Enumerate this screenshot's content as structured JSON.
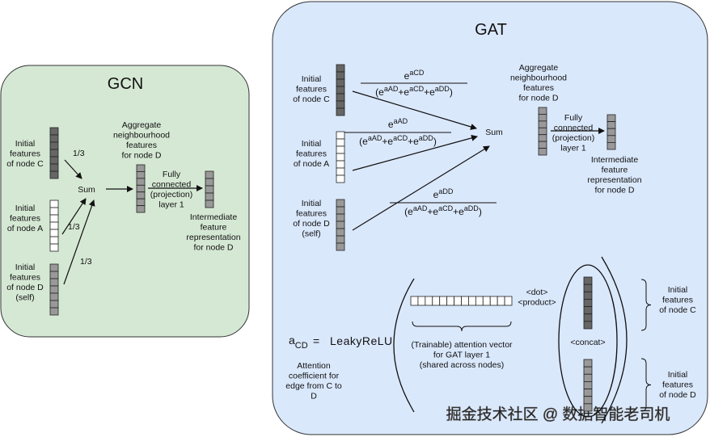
{
  "gcn": {
    "title": "GCN",
    "node_c_label": [
      "Initial",
      "features",
      "of node C"
    ],
    "node_a_label": [
      "Initial",
      "features",
      "of node A"
    ],
    "node_d_label": [
      "Initial",
      "features",
      "of node D",
      "(self)"
    ],
    "weight_c": "1/3",
    "weight_a": "1/3",
    "weight_d": "1/3",
    "sum_label": "Sum",
    "aggregate_label": [
      "Aggregate",
      "neighbourhood",
      "features",
      "for node D"
    ],
    "fc_label": [
      "Fully",
      "connected",
      "(projection)",
      "layer 1"
    ],
    "output_label": [
      "Intermediate",
      "feature",
      "representation",
      "for node D"
    ]
  },
  "gat": {
    "title": "GAT",
    "node_c_label": [
      "Initial",
      "features",
      "of node C"
    ],
    "node_a_label": [
      "Initial",
      "features",
      "of node A"
    ],
    "node_d_label": [
      "Initial",
      "features",
      "of node D",
      "(self)"
    ],
    "sum_label": "Sum",
    "aggregate_label": [
      "Aggregate",
      "neighbourhood",
      "features",
      "for node D"
    ],
    "fc_label": [
      "Fully",
      "connected",
      "(projection)",
      "layer 1"
    ],
    "output_label": [
      "Intermediate",
      "feature",
      "representation",
      "for node D"
    ],
    "frac_c": {
      "num_base": "e",
      "num_sup": "aCD",
      "den": [
        [
          "e",
          "aAD"
        ],
        [
          "e",
          "aCD"
        ],
        [
          "e",
          "aDD"
        ]
      ],
      "open": "(",
      "plus": "+",
      "close": ")"
    },
    "frac_a": {
      "num_base": "e",
      "num_sup": "aAD",
      "den": [
        [
          "e",
          "aAD"
        ],
        [
          "e",
          "aCD"
        ],
        [
          "e",
          "aDD"
        ]
      ],
      "open": "(",
      "plus": "+",
      "close": ")"
    },
    "frac_d": {
      "num_base": "e",
      "num_sup": "aDD",
      "den": [
        [
          "e",
          "aAD"
        ],
        [
          "e",
          "aCD"
        ],
        [
          "e",
          "aDD"
        ]
      ],
      "open": "(",
      "plus": "+",
      "close": ")"
    },
    "coef_symbol": "a",
    "coef_sub": "CD",
    "equals": "=",
    "leaky_relu": "LeakyReLU",
    "coef_caption": [
      "Attention",
      "coefficient for",
      "edge from C to",
      "D"
    ],
    "attention_caption": [
      "(Trainable) attention vector",
      "for GAT layer 1",
      "(shared across nodes)"
    ],
    "dot_product": [
      "<dot>",
      "<product>"
    ],
    "concat_label": "<concat>",
    "brace_c_label": [
      "Initial",
      "features",
      "of node C"
    ],
    "brace_d_label": [
      "Initial",
      "features",
      "of node D"
    ]
  },
  "watermark": "掘金技术社区 @ 数据智能老司机",
  "colors": {
    "gcn_bg": "#d5e8d4",
    "gat_bg": "#dae8fc",
    "dark_cell": "#666666",
    "mid_cell": "#999999",
    "white_cell": "#ffffff"
  }
}
